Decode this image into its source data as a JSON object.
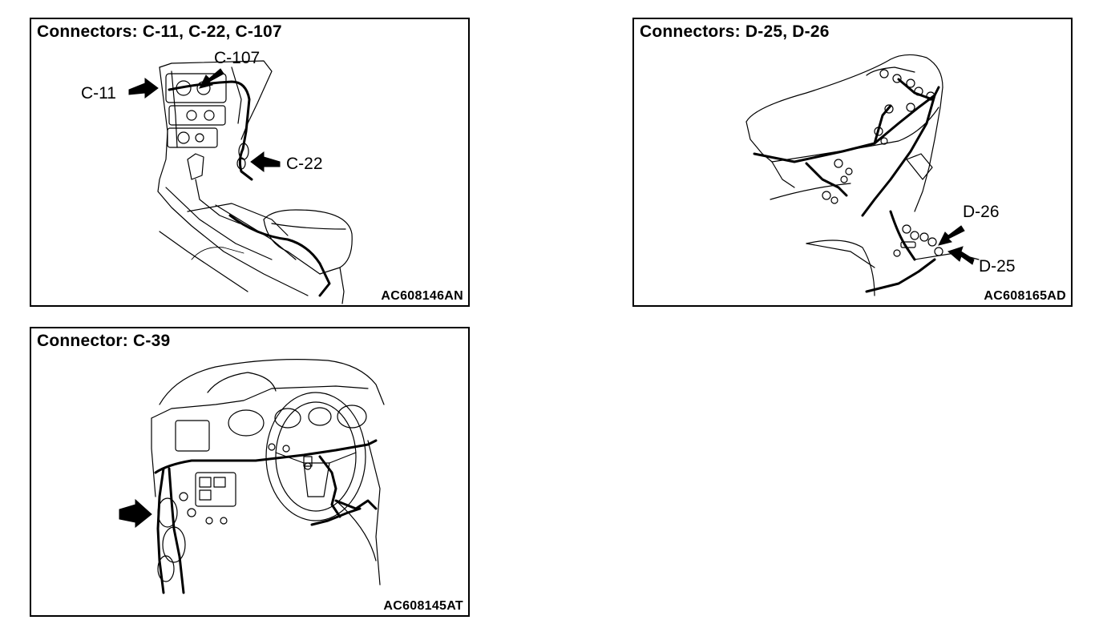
{
  "panels": [
    {
      "title": "Connectors: C-11, C-22, C-107",
      "code": "AC608146AN",
      "callouts": [
        "C-107",
        "C-11",
        "C-22"
      ]
    },
    {
      "title": "Connectors: D-25, D-26",
      "code": "AC608165AD",
      "callouts": [
        "D-26",
        "D-25"
      ]
    },
    {
      "title": "Connector: C-39",
      "code": "AC608145AT",
      "callouts": []
    }
  ]
}
